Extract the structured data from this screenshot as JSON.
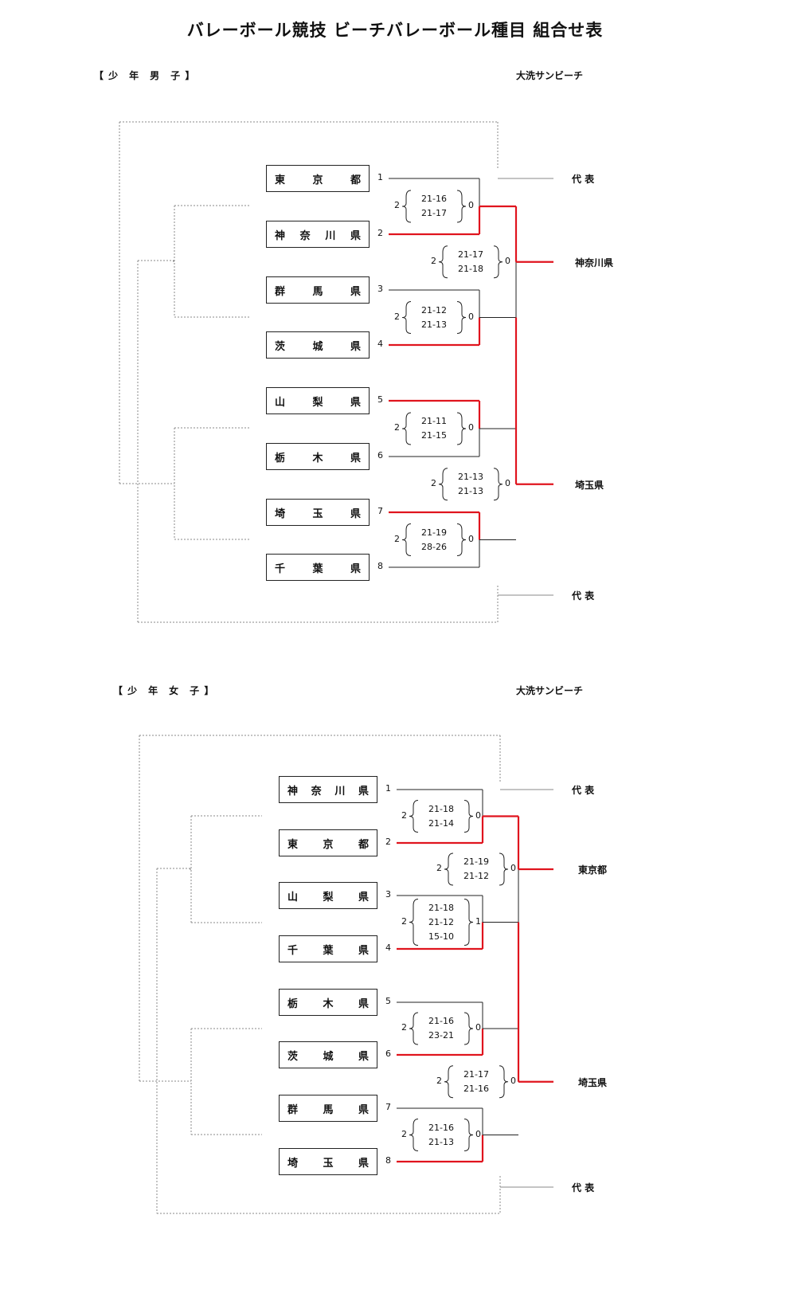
{
  "title": "バレーボール競技 ビーチバレーボール種目 組合せ表",
  "boys": {
    "label": "【 少　年　男　子 】",
    "venue": "大洗サンビーチ",
    "teams": [
      {
        "seed": "1",
        "chars": [
          "東",
          "京",
          "都"
        ]
      },
      {
        "seed": "2",
        "chars": [
          "神",
          "奈",
          "川",
          "県"
        ]
      },
      {
        "seed": "3",
        "chars": [
          "群",
          "馬",
          "県"
        ]
      },
      {
        "seed": "4",
        "chars": [
          "茨",
          "城",
          "県"
        ]
      },
      {
        "seed": "5",
        "chars": [
          "山",
          "梨",
          "県"
        ]
      },
      {
        "seed": "6",
        "chars": [
          "栃",
          "木",
          "県"
        ]
      },
      {
        "seed": "7",
        "chars": [
          "埼",
          "玉",
          "県"
        ]
      },
      {
        "seed": "8",
        "chars": [
          "千",
          "葉",
          "県"
        ]
      }
    ],
    "matches": [
      {
        "left": "2",
        "scores": [
          "21-16",
          "21-17"
        ],
        "right": "0"
      },
      {
        "left": "2",
        "scores": [
          "21-17",
          "21-18"
        ],
        "right": "0"
      },
      {
        "left": "2",
        "scores": [
          "21-12",
          "21-13"
        ],
        "right": "0"
      },
      {
        "left": "2",
        "scores": [
          "21-11",
          "21-15"
        ],
        "right": "0"
      },
      {
        "left": "2",
        "scores": [
          "21-13",
          "21-13"
        ],
        "right": "0"
      },
      {
        "left": "2",
        "scores": [
          "21-19",
          "28-26"
        ],
        "right": "0"
      }
    ],
    "rep_label_top": "代 表",
    "rep_label_bottom": "代 表",
    "winner_top": "神奈川県",
    "winner_bottom": "埼玉県"
  },
  "girls": {
    "label": "【 少　年　女　子 】",
    "venue": "大洗サンビーチ",
    "teams": [
      {
        "seed": "1",
        "chars": [
          "神",
          "奈",
          "川",
          "県"
        ]
      },
      {
        "seed": "2",
        "chars": [
          "東",
          "京",
          "都"
        ]
      },
      {
        "seed": "3",
        "chars": [
          "山",
          "梨",
          "県"
        ]
      },
      {
        "seed": "4",
        "chars": [
          "千",
          "葉",
          "県"
        ]
      },
      {
        "seed": "5",
        "chars": [
          "栃",
          "木",
          "県"
        ]
      },
      {
        "seed": "6",
        "chars": [
          "茨",
          "城",
          "県"
        ]
      },
      {
        "seed": "7",
        "chars": [
          "群",
          "馬",
          "県"
        ]
      },
      {
        "seed": "8",
        "chars": [
          "埼",
          "玉",
          "県"
        ]
      }
    ],
    "matches": [
      {
        "left": "2",
        "scores": [
          "21-18",
          "21-14"
        ],
        "right": "0"
      },
      {
        "left": "2",
        "scores": [
          "21-19",
          "21-12"
        ],
        "right": "0"
      },
      {
        "left": "2",
        "scores": [
          "21-18",
          "21-12",
          "15-10"
        ],
        "right": "1"
      },
      {
        "left": "2",
        "scores": [
          "21-16",
          "23-21"
        ],
        "right": "0"
      },
      {
        "left": "2",
        "scores": [
          "21-17",
          "21-16"
        ],
        "right": "0"
      },
      {
        "left": "2",
        "scores": [
          "21-16",
          "21-13"
        ],
        "right": "0"
      }
    ],
    "rep_label_top": "代 表",
    "rep_label_bottom": "代 表",
    "winner_top": "東京都",
    "winner_bottom": "埼玉県"
  },
  "colors": {
    "winner_line": "#e0141e",
    "line": "#222222",
    "dotted": "#888888"
  }
}
